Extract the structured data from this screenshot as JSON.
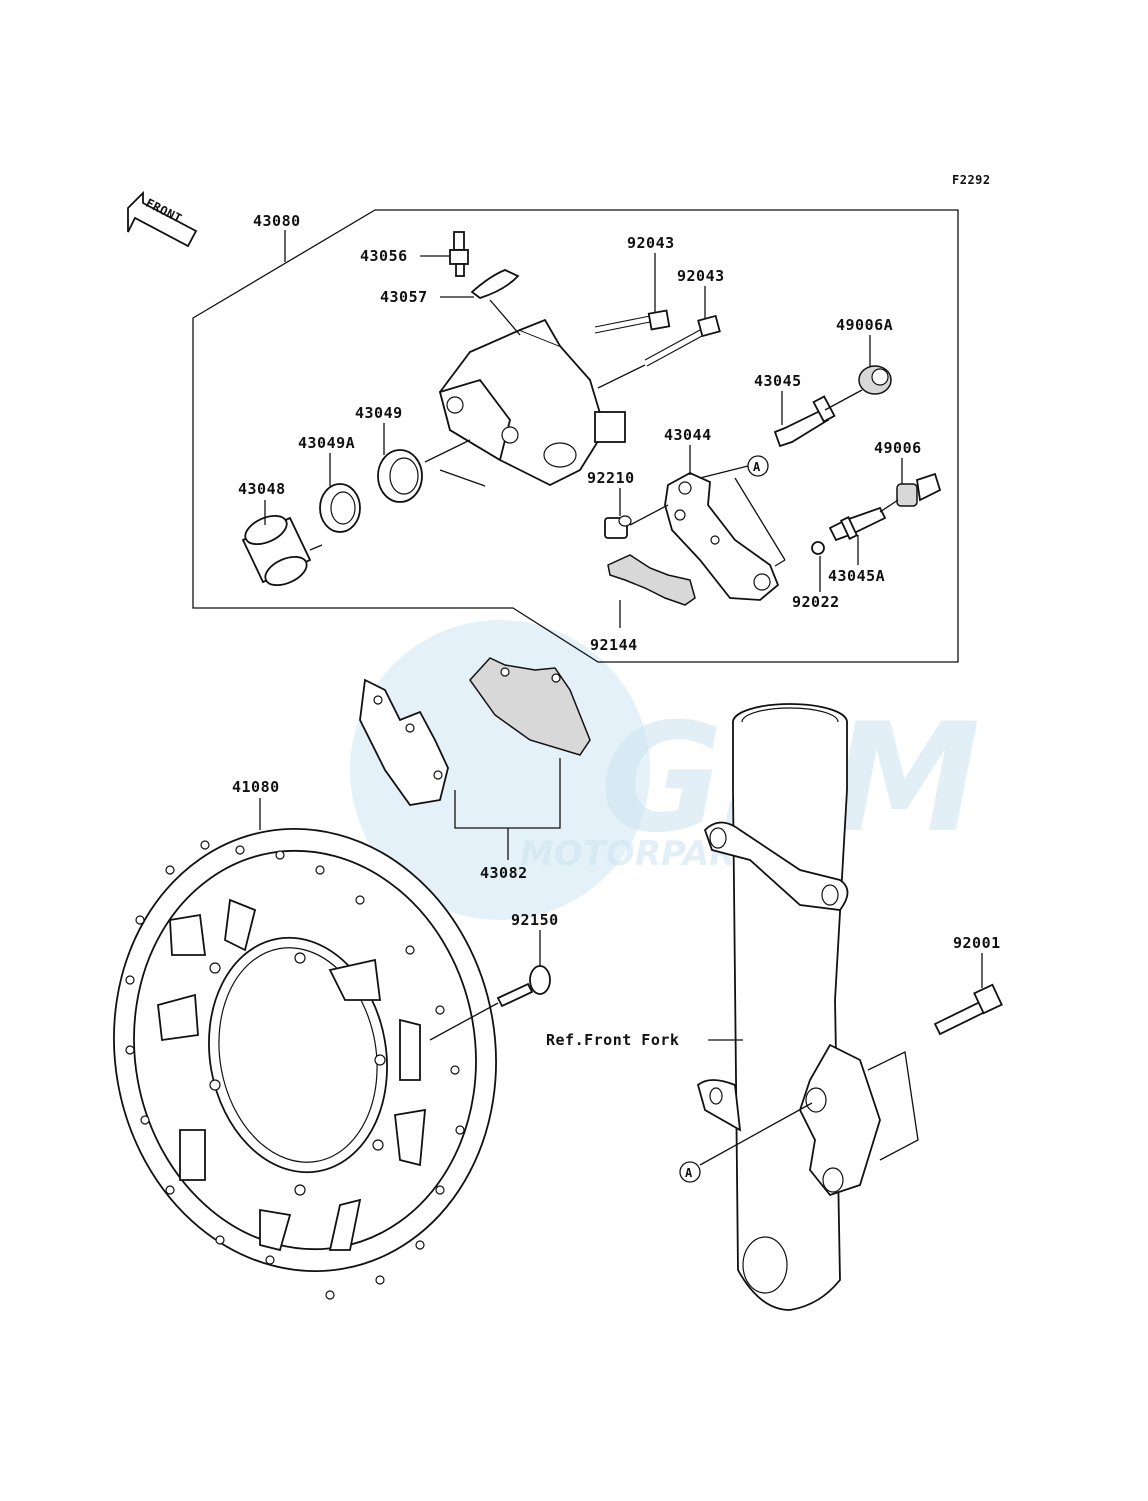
{
  "diagram_code": "F2292",
  "front_arrow_text": "FRONT",
  "watermark": {
    "logo": "GSM",
    "text": "MOTORPARTS"
  },
  "labels": {
    "p43080": "43080",
    "p43056": "43056",
    "p43057": "43057",
    "p92043a": "92043",
    "p92043b": "92043",
    "p49006A": "49006A",
    "p43045": "43045",
    "p43044": "43044",
    "p43049": "43049",
    "p43049A": "43049A",
    "p43048": "43048",
    "p92210": "92210",
    "p49006": "49006",
    "p43045A": "43045A",
    "p92022": "92022",
    "p92144": "92144",
    "p41080": "41080",
    "p43082": "43082",
    "p92150": "92150",
    "p92001": "92001",
    "ref_front_fork": "Ref.Front Fork",
    "marker_a1": "A",
    "marker_a2": "A"
  }
}
